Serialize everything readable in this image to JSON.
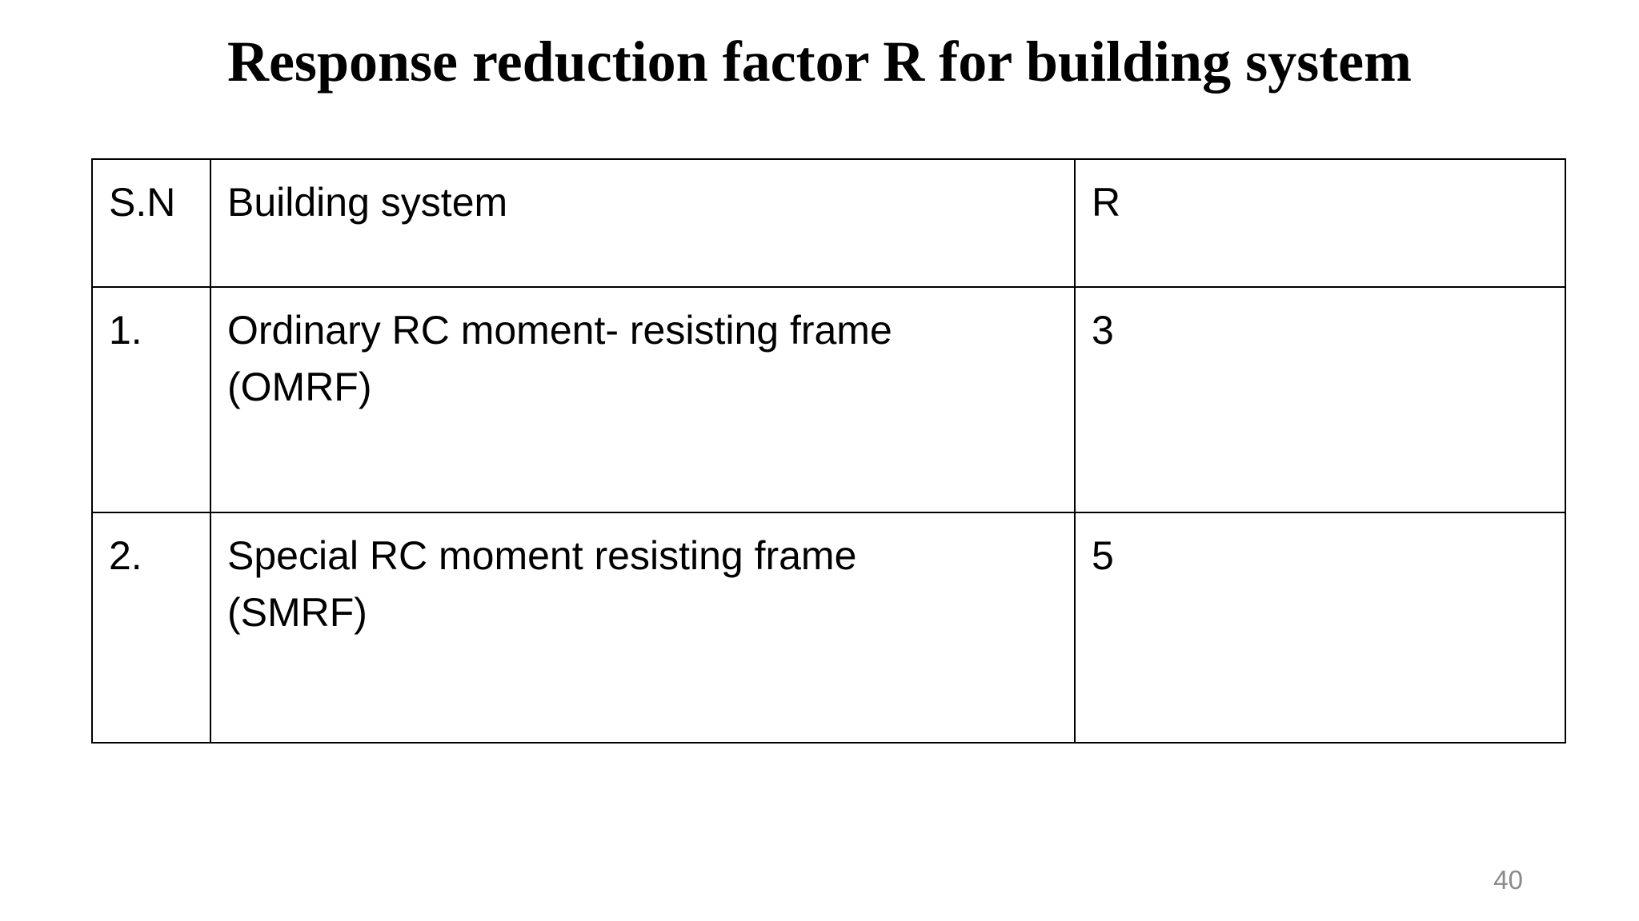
{
  "slide": {
    "title": "Response reduction factor R for building system",
    "page_number": "40"
  },
  "table": {
    "headers": {
      "sn": "S.N",
      "building_system": "Building system",
      "r": "R"
    },
    "rows": [
      {
        "sn": "1.",
        "system": "Ordinary RC moment- resisting frame",
        "abbreviation": "(OMRF)",
        "r": "3"
      },
      {
        "sn": "2.",
        "system": "Special RC moment resisting frame",
        "abbreviation": "(SMRF)",
        "r": "5"
      }
    ]
  },
  "colors": {
    "background": "#ffffff",
    "text": "#000000",
    "border": "#000000",
    "page_number": "#8a8a8a"
  }
}
